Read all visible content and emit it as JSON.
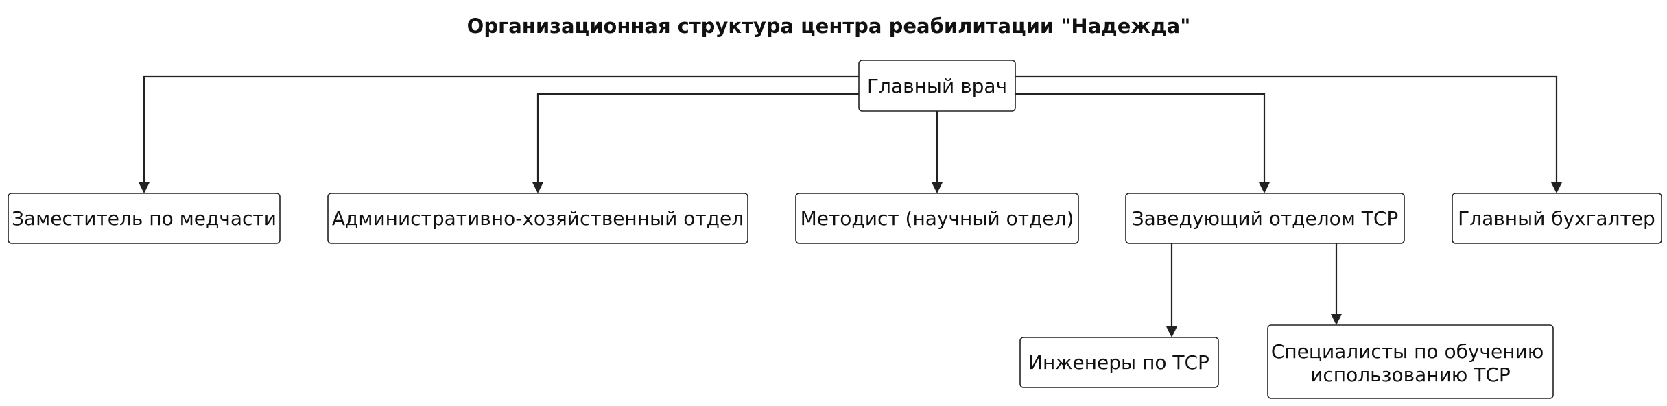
{
  "diagram": {
    "title": "Организационная структура центра реабилитации \"Надежда\"",
    "nodes": {
      "head_doctor": "Главный врач",
      "deputy_medical": "Заместитель по медчасти",
      "admin_dept": "Административно-хозяйственный отдел",
      "methodist": "Методист (научный отдел)",
      "tsr_head": "Заведующий отделом ТСР",
      "chief_accountant": "Главный бухгалтер",
      "tsr_engineers": "Инженеры по ТСР",
      "tsr_training_line1": "Специалисты по обучению",
      "tsr_training_line2": "использованию ТСР"
    }
  }
}
